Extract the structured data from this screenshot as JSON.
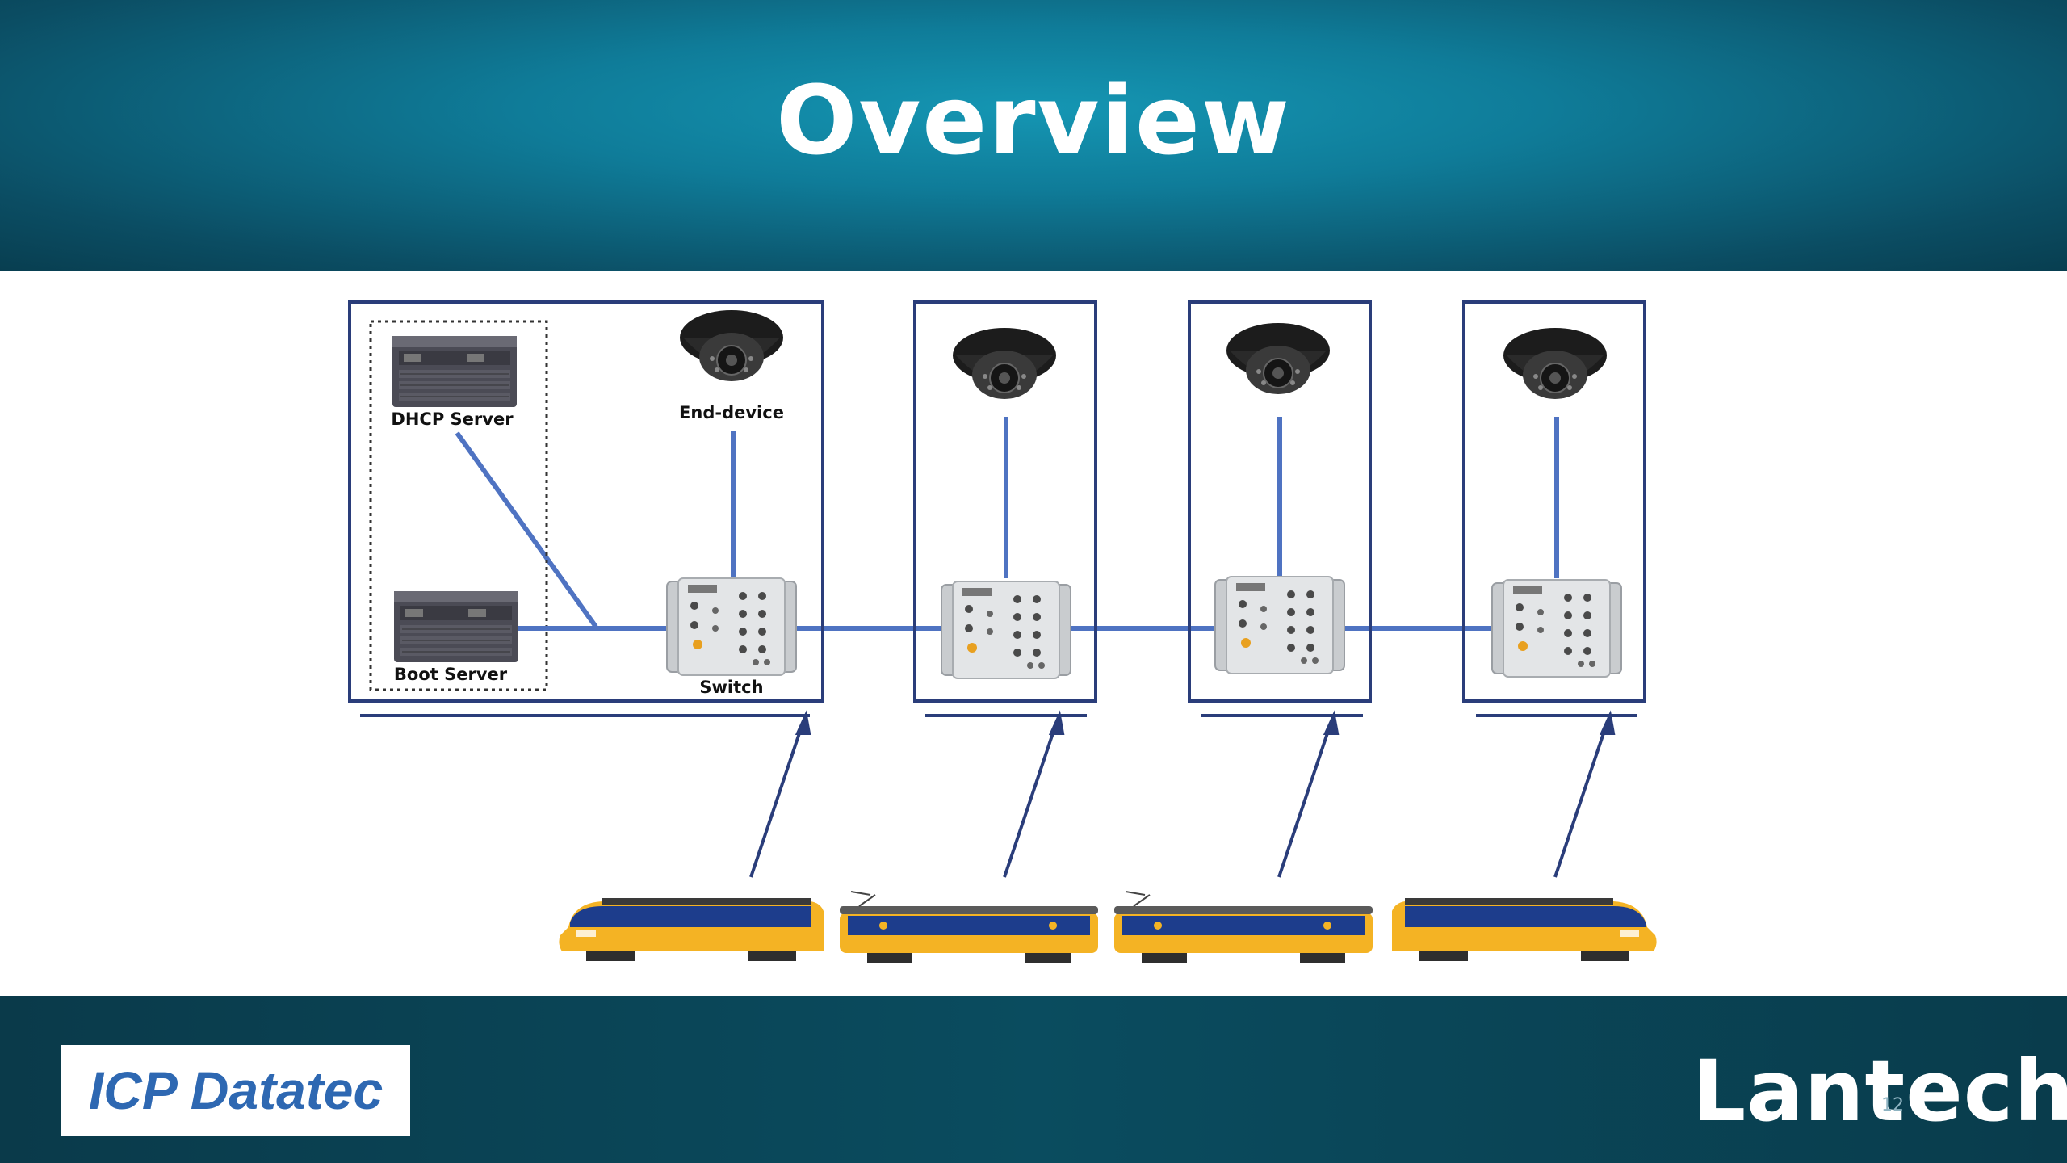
{
  "slide": {
    "title": "Overview",
    "page_number": "12"
  },
  "footer": {
    "left_logo": "ICP Datatec",
    "right_logo": "Lantech",
    "trademark": "™"
  },
  "diagram": {
    "labels": {
      "dhcp": "DHCP Server",
      "boot": "Boot Server",
      "end_device": "End-device",
      "switch": "Switch"
    },
    "colors": {
      "frame": "#2a3d7a",
      "link": "#4f73c2",
      "train_yellow": "#f4b324",
      "train_blue": "#1d3d8c"
    },
    "icons": [
      "server-icon",
      "dome-camera-icon",
      "industrial-switch-icon",
      "train-car-icon"
    ]
  }
}
